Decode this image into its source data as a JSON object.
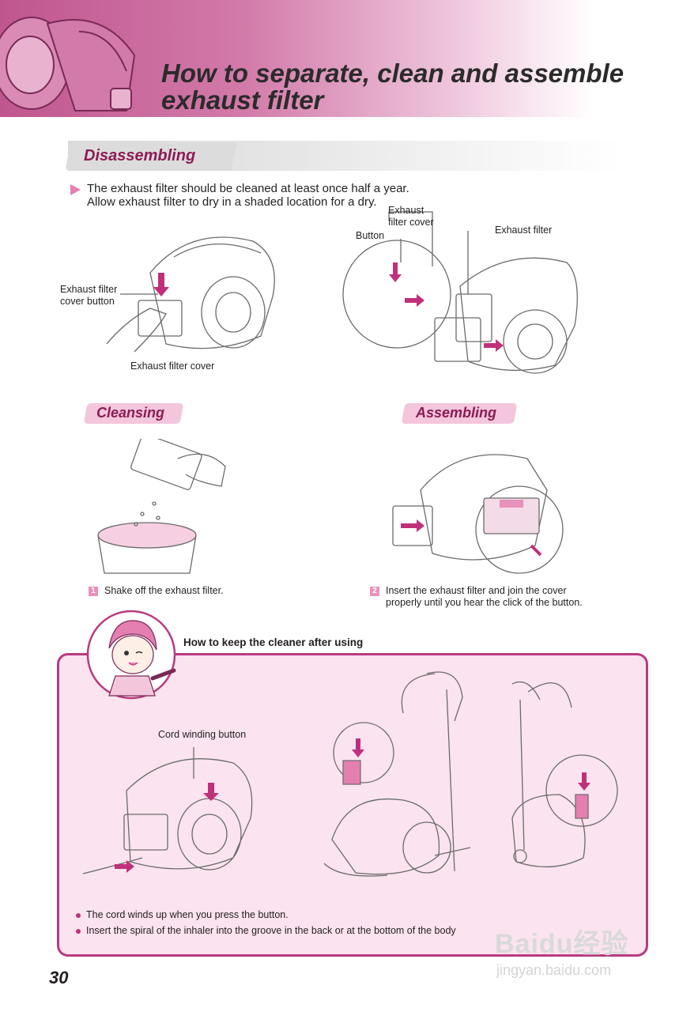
{
  "page": {
    "title_line1": "How to separate, clean and assemble",
    "title_line2": "exhaust filter",
    "page_number": "30"
  },
  "disassembling": {
    "heading": "Disassembling",
    "instruction_line1": "The exhaust filter should be cleaned at least once half a year.",
    "instruction_line2": "Allow exhaust filter to dry in a shaded location for a dry.",
    "labels": {
      "cover_button_line1": "Exhaust filter",
      "cover_button_line2": "cover button",
      "filter_cover": "Exhaust filter cover",
      "exhaust_line1": "Exhaust",
      "exhaust_line2": "filter cover",
      "button": "Button",
      "exhaust_filter": "Exhaust filter"
    }
  },
  "cleansing": {
    "heading": "Cleansing",
    "step_number": "1",
    "step_text": "Shake off the exhaust filter."
  },
  "assembling": {
    "heading": "Assembling",
    "step_number": "2",
    "step_line1": "Insert the exhaust filter and join the cover",
    "step_line2": "properly until you hear the click of the button."
  },
  "storage": {
    "heading": "How to keep the cleaner after using",
    "cord_label": "Cord winding button",
    "bullets": [
      "The cord winds up when you press the button.",
      "Insert the spiral of the inhaler into the groove in the back or at the bottom of the body"
    ]
  },
  "watermark": {
    "brand": "Baidu经验",
    "url": "jingyan.baidu.com"
  },
  "colors": {
    "brand_pink": "#c0568f",
    "heading_text": "#8c1b54",
    "box_border": "#b83b80",
    "box_fill": "#fbe3ef"
  }
}
